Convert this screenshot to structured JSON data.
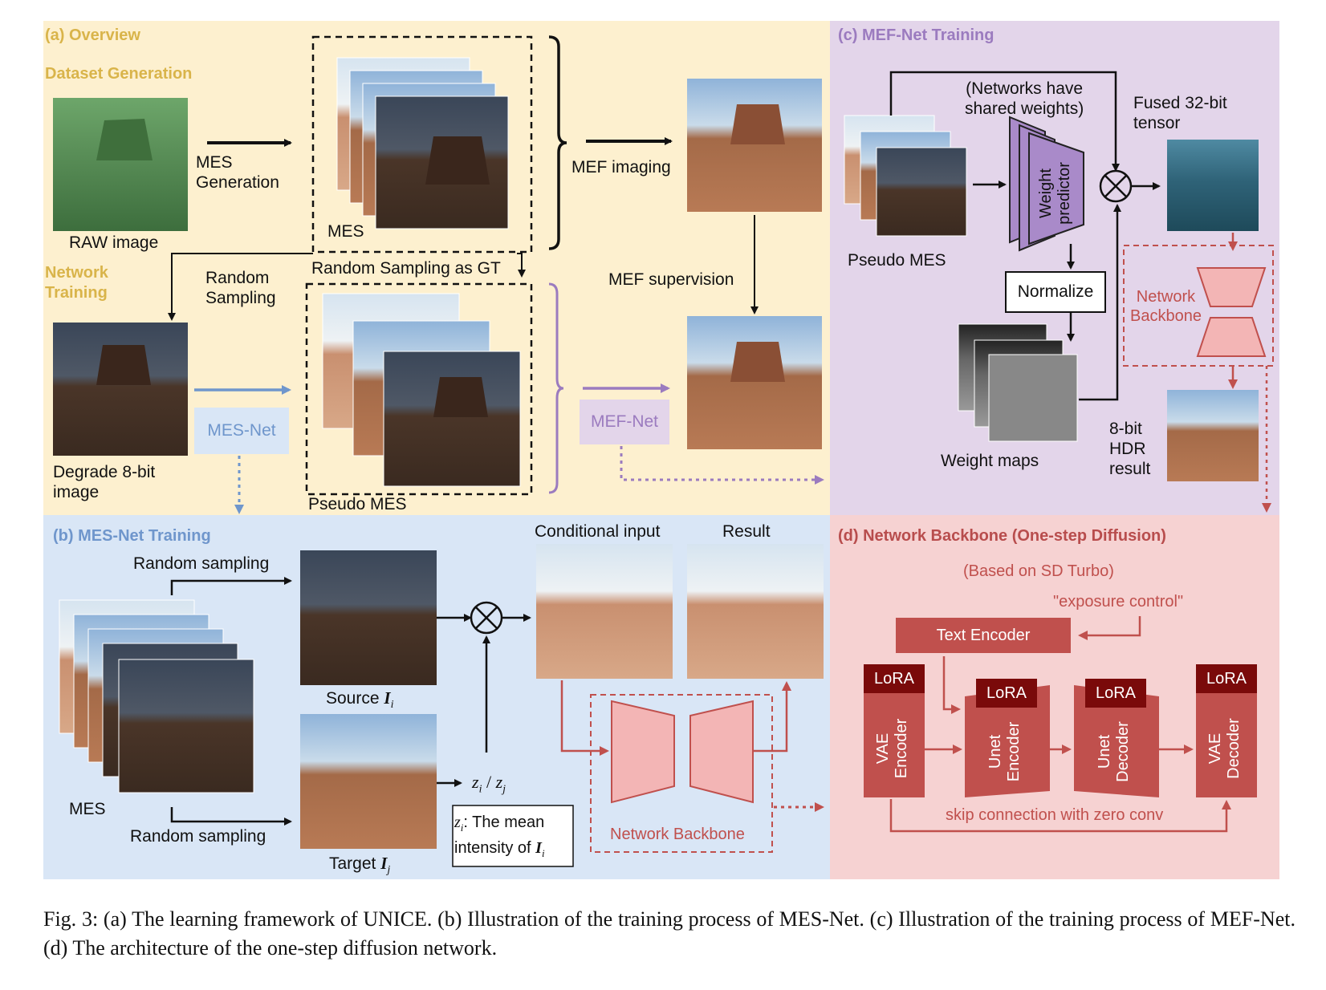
{
  "panel_a": {
    "title": "(a) Overview",
    "dataset_generation": "Dataset Generation",
    "network_training": "Network\nTraining",
    "raw_image": "RAW image",
    "mes_generation": "MES\nGeneration",
    "mes": "MES",
    "mef_imaging": "MEF imaging",
    "random_sampling_gt": "Random Sampling as GT",
    "random_sampling": "Random\nSampling",
    "mef_supervision": "MEF supervision",
    "degrade": "Degrade 8-bit\nimage",
    "mes_net": "MES-Net",
    "pseudo_mes": "Pseudo MES",
    "mef_net": "MEF-Net"
  },
  "panel_b": {
    "title": "(b) MES-Net Training",
    "random_sampling_top": "Random sampling",
    "random_sampling_bottom": "Random sampling",
    "mes": "MES",
    "source": "Source ",
    "source_var": "I",
    "source_sub": "i",
    "target": "Target ",
    "target_var": "I",
    "target_sub": "j",
    "conditional_input": "Conditional input",
    "result": "Result",
    "ratio_z1": "z",
    "ratio_s1": "i",
    "ratio_slash": " / ",
    "ratio_z2": "z",
    "ratio_s2": "j",
    "note_z": "z",
    "note_zs": "i",
    "note_text1": ": The mean",
    "note_text2": "intensity of ",
    "note_I": "I",
    "note_Is": "i",
    "network_backbone": "Network Backbone"
  },
  "panel_c": {
    "title": "(c) MEF-Net Training",
    "shared_weights": "(Networks have\nshared weights)",
    "fused": "Fused 32-bit\ntensor",
    "weight_predictor": "Weight\npredictor",
    "pseudo_mes": "Pseudo MES",
    "normalize": "Normalize",
    "network_backbone": "Network\nBackbone",
    "weight_maps": "Weight maps",
    "hdr_result": "8-bit\nHDR\nresult"
  },
  "panel_d": {
    "title": "(d) Network Backbone (One-step Diffusion)",
    "based_on": "(Based on SD Turbo)",
    "prompt": "\"exposure control\"",
    "text_encoder": "Text Encoder",
    "lora": "LoRA",
    "vae_encoder": "VAE\nEncoder",
    "unet_encoder": "Unet\nEncoder",
    "unet_decoder": "Unet\nDecoder",
    "vae_decoder": "VAE\nDecoder",
    "skip": "skip connection with zero conv"
  },
  "caption": "Fig. 3: (a) The learning framework of UNICE. (b) Illustration of the training process of MES-Net. (c) Illustration of the training process of MEF-Net. (d) The architecture of the one-step diffusion network.",
  "colors": {
    "panel_a_bg": "#fdf0cf",
    "panel_b_bg": "#d9e6f6",
    "panel_c_bg": "#e3d5ea",
    "panel_d_bg": "#f6d2d2",
    "gold": "#d9b44a",
    "blue": "#7094c4",
    "purple": "#8b6aaa",
    "red": "#b84d4d"
  }
}
